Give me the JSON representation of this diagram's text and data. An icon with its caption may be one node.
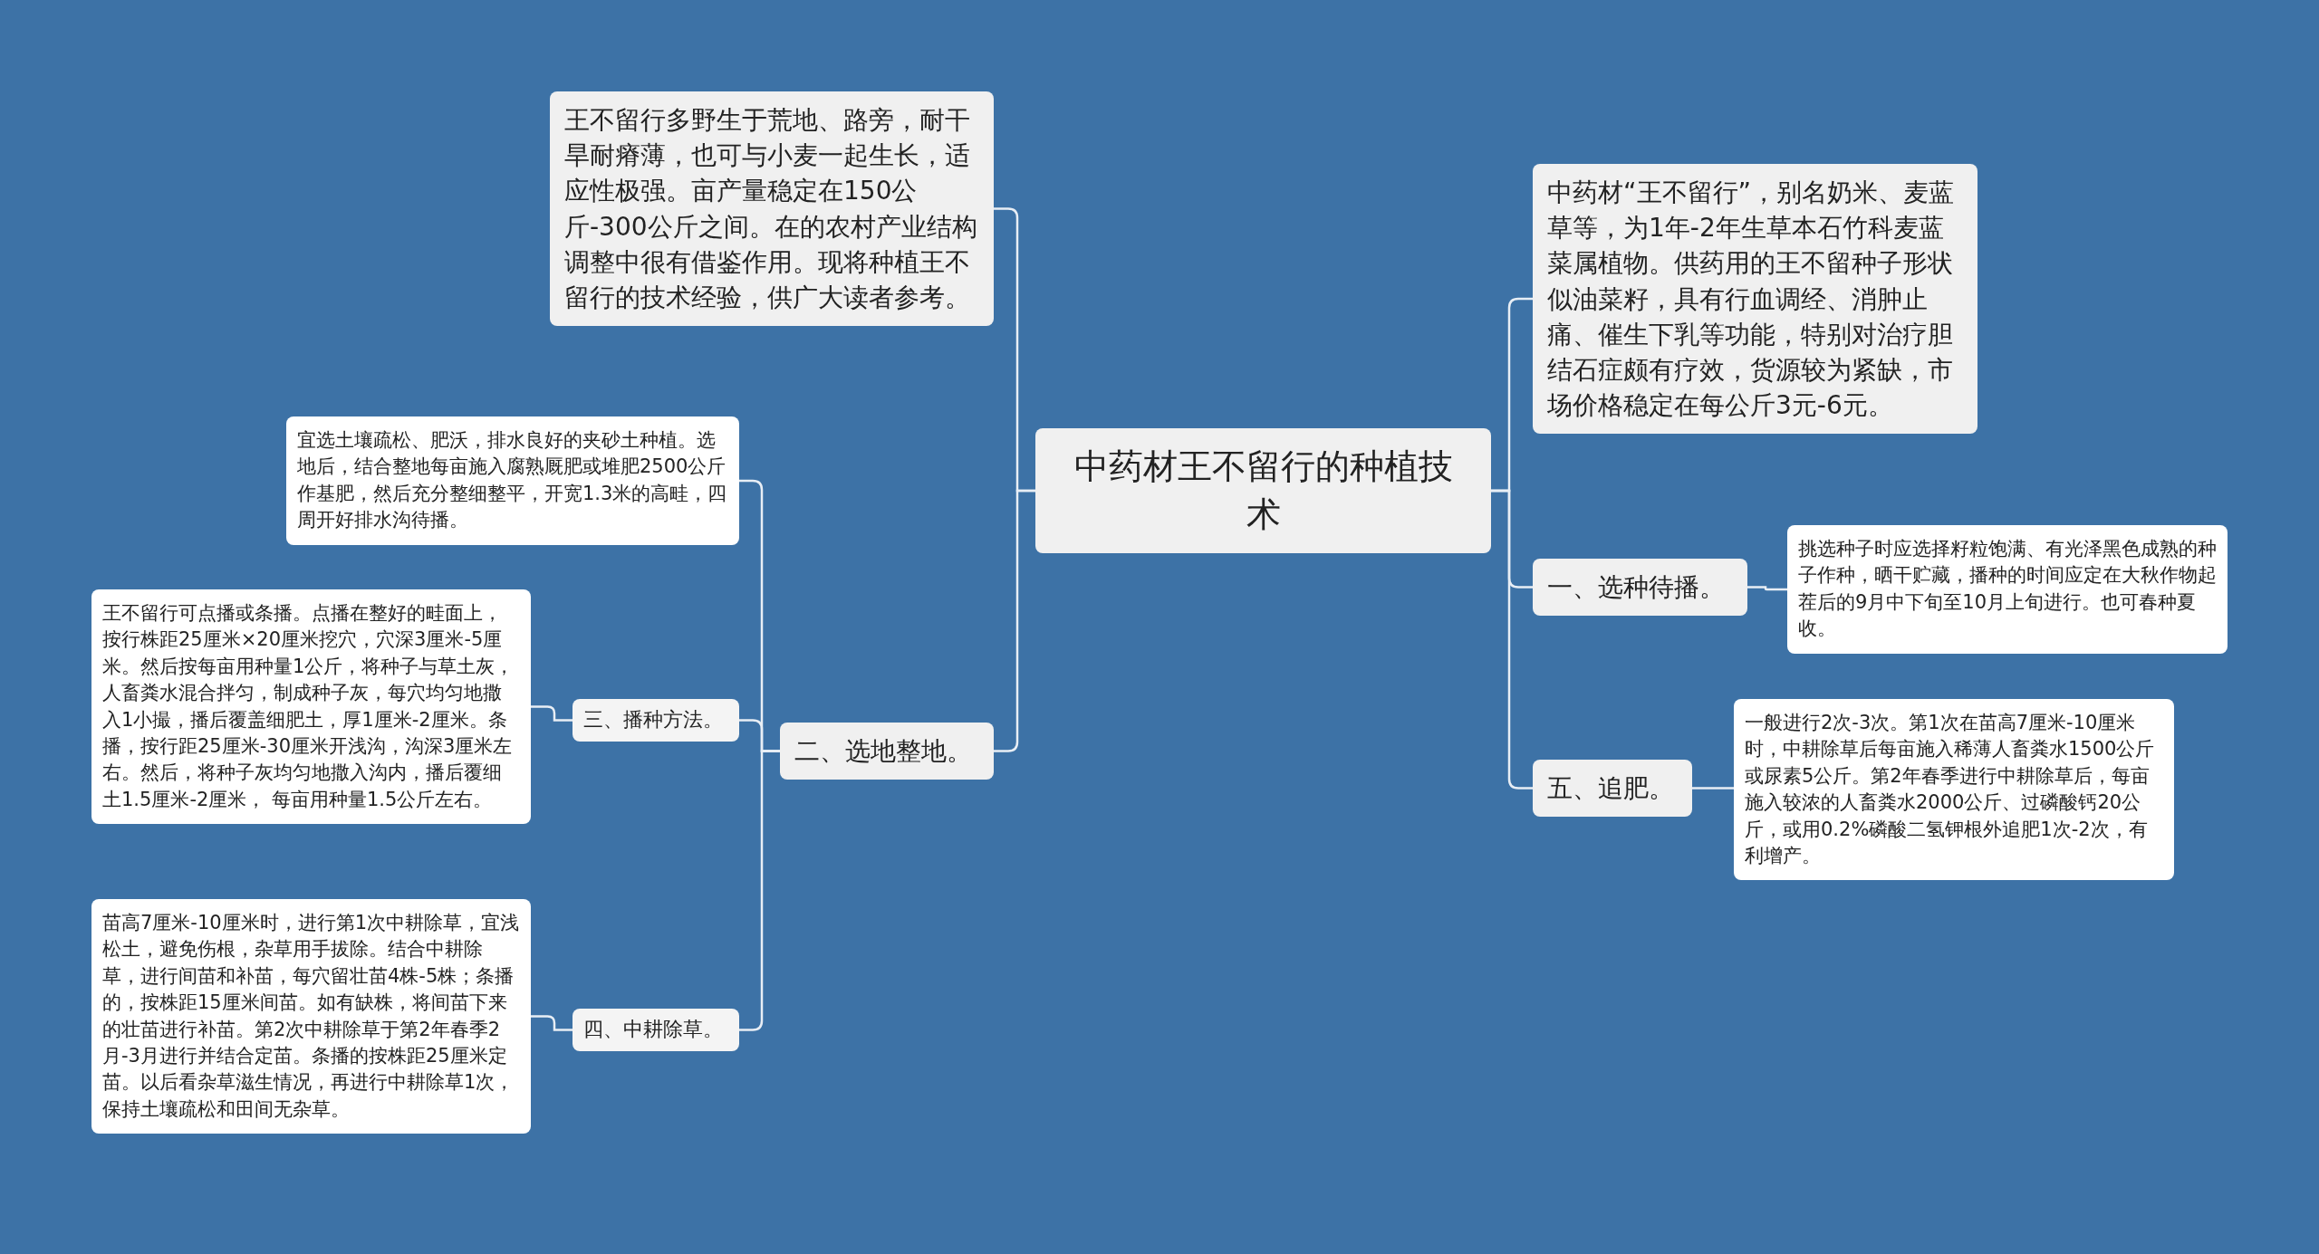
{
  "diagram": {
    "nodes": [
      {
        "text": [
          "中药材王不留行的种植技术"
        ]
      },
      {
        "text": [
          "王不留行多野生于荒地、路旁，耐干旱耐瘠薄，也可与小麦一起生长，适应性极强。亩产量稳定在150公斤-300公斤之间。在的农村产业结构调整中很有借鉴作用。现将种植王不留行的技术经验，供广大读者参考。"
        ]
      },
      {
        "text": [
          "二、选地整地。"
        ]
      },
      {
        "text": [
          "宜选土壤疏松、肥沃，排水良好的夹砂土种植。选地后，结合整地每亩施入腐熟厩肥或堆肥2500公斤作基肥，然后充分整细整平，开宽1.3米的高畦，四周开好排水沟待播。"
        ]
      },
      {
        "text": [
          "三、播种方法。"
        ]
      },
      {
        "text": [
          "王不留行可点播或条播。点播在整好的畦面上，按行株距25厘米×20厘米挖穴，穴深3厘米-5厘米。然后按每亩用种量1公斤，将种子与草土灰，人畜粪水混合拌匀，制成种子灰，每穴均匀地撒入1小撮，播后覆盖细肥土，厚1厘米-2厘米。条播，按行距25厘米-30厘米开浅沟，沟深3厘米左右。然后，将种子灰均匀地撒入沟内，播后覆细土1.5厘米-2厘米， 每亩用种量1.5公斤左右。"
        ]
      },
      {
        "text": [
          "四、中耕除草。"
        ]
      },
      {
        "text": [
          "苗高7厘米-10厘米时，进行第1次中耕除草，宜浅松土，避免伤根，杂草用手拔除。结合中耕除草，进行间苗和补苗，每穴留壮苗4株-5株；条播的，按株距15厘米间苗。如有缺株，将间苗下来的壮苗进行补苗。第2次中耕除草于第2年春季2月-3月进行并结合定苗。条播的按株距25厘米定苗。以后看杂草滋生情况，再进行中耕除草1次，保持土壤疏松和田间无杂草。"
        ]
      },
      {
        "text": [
          "中药材“王不留行”，别名奶米、麦蓝草等，为1年-2年生草本石竹科麦蓝菜属植物。供药用的王不留种子形状似油菜籽，具有行血调经、消肿止痛、催生下乳等功能，特别对治疗胆结石症颇有疗效，货源较为紧缺，市场价格稳定在每公斤3元-6元。"
        ]
      },
      {
        "text": [
          "一、选种待播。"
        ]
      },
      {
        "text": [
          "挑选种子时应选择籽粒饱满、有光泽黑色成熟的种子作种，晒干贮藏，播种的时间应定在大秋作物起茬后的9月中下旬至10月上旬进行。也可春种夏收。"
        ]
      },
      {
        "text": [
          "五、追肥。"
        ]
      },
      {
        "text": [
          "一般进行2次-3次。第1次在苗高7厘米-10厘米时，中耕除草后每亩施入稀薄人畜粪水1500公斤或尿素5公斤。第2年春季进行中耕除草后，每亩施入较浓的人畜粪水2000公斤、过磷酸钙20公斤，或用0.2%磷酸二氢钾根外追肥1次-2次，有利增产。"
        ]
      }
    ],
    "edges": [
      {
        "from": 0,
        "to": 1,
        "arrow": "none"
      },
      {
        "from": 0,
        "to": 2,
        "arrow": "none"
      },
      {
        "from": 2,
        "to": 3,
        "arrow": "none"
      },
      {
        "from": 2,
        "to": 4,
        "arrow": "none"
      },
      {
        "from": 4,
        "to": 5,
        "arrow": "none"
      },
      {
        "from": 2,
        "to": 6,
        "arrow": "none"
      },
      {
        "from": 6,
        "to": 7,
        "arrow": "none"
      },
      {
        "from": 0,
        "to": 8,
        "arrow": "none"
      },
      {
        "from": 0,
        "to": 9,
        "arrow": "none"
      },
      {
        "from": 9,
        "to": 10,
        "arrow": "none"
      },
      {
        "from": 0,
        "to": 11,
        "arrow": "none"
      },
      {
        "from": 11,
        "to": 12,
        "arrow": "none"
      }
    ]
  }
}
